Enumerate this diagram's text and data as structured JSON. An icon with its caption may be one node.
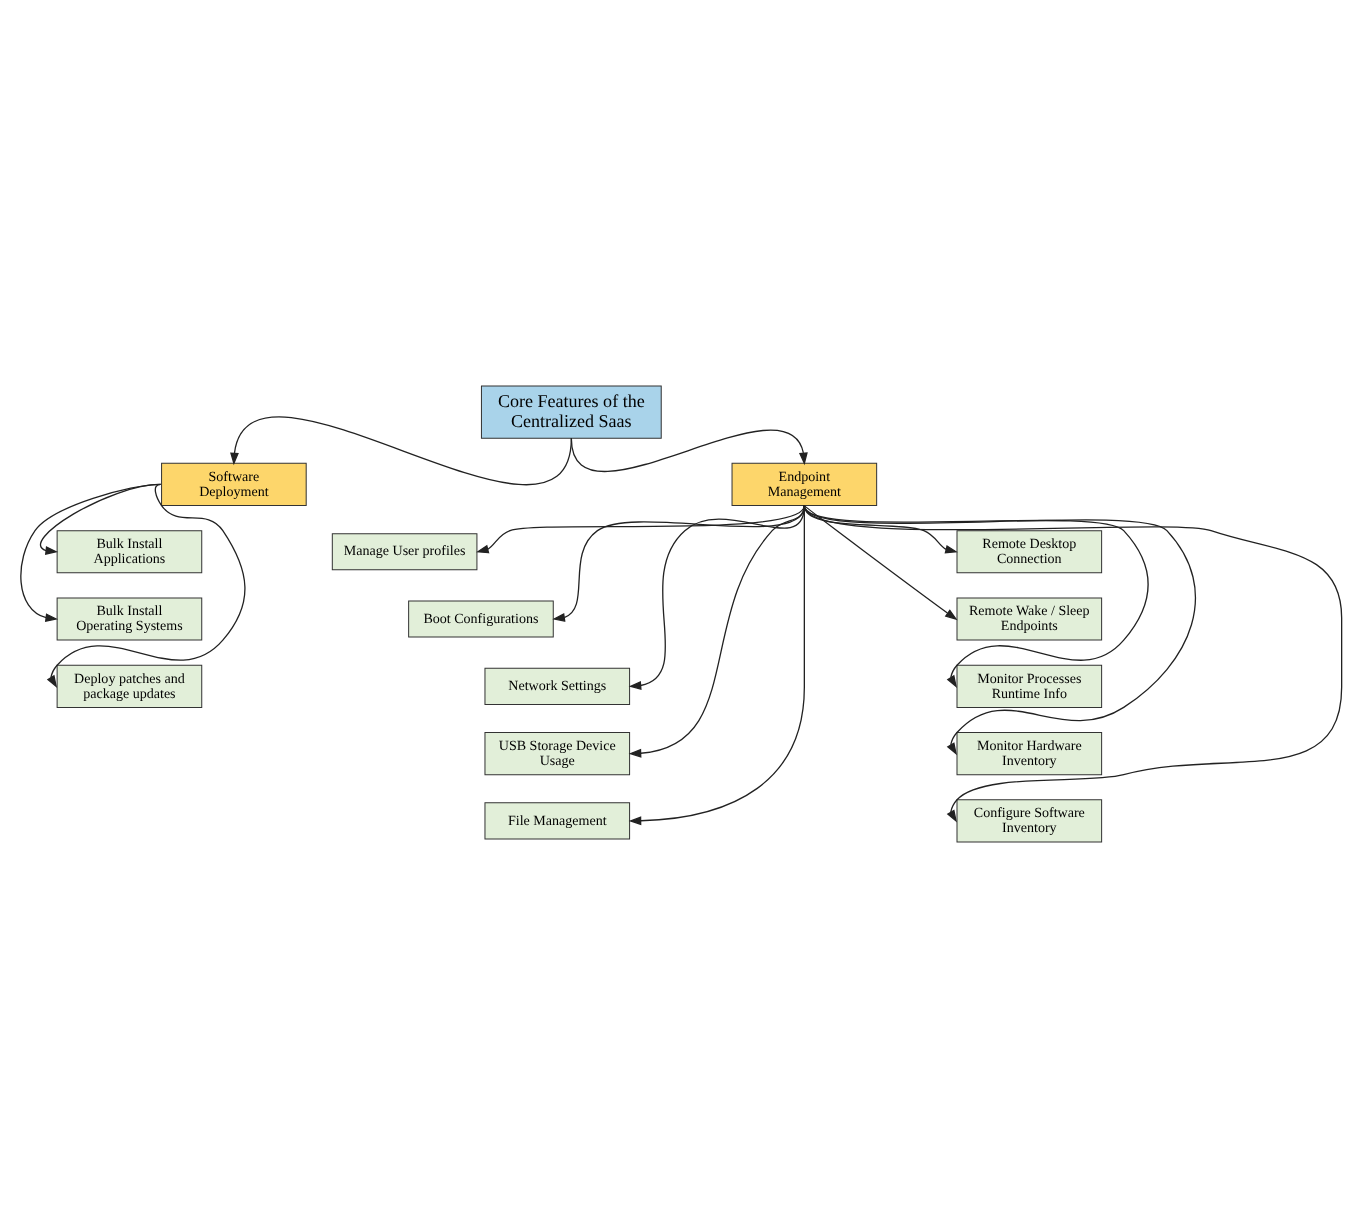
{
  "diagram": {
    "nodes": [
      {
        "text": [
          "Core Features of the Centralized Saas"
        ]
      },
      {
        "text": [
          "Software Deployment"
        ]
      },
      {
        "text": [
          "Endpoint Management"
        ]
      },
      {
        "text": [
          "Bulk Install Applications"
        ]
      },
      {
        "text": [
          "Bulk Install Operating Systems"
        ]
      },
      {
        "text": [
          "Deploy patches and package updates"
        ]
      },
      {
        "text": [
          "Manage User profiles"
        ]
      },
      {
        "text": [
          "Remote Desktop Connection"
        ]
      },
      {
        "text": [
          "Boot Configurations"
        ]
      },
      {
        "text": [
          "Remote Wake / Sleep Endpoints"
        ]
      },
      {
        "text": [
          "Network Settings"
        ]
      },
      {
        "text": [
          "Monitor Processes Runtime Info"
        ]
      },
      {
        "text": [
          "USB Storage Device Usage"
        ]
      },
      {
        "text": [
          "Monitor Hardware Inventory"
        ]
      },
      {
        "text": [
          "File Management"
        ]
      },
      {
        "text": [
          "Configure Software Inventory"
        ]
      }
    ],
    "edges": [
      {
        "from": 0,
        "to": 1,
        "arrow": "to"
      },
      {
        "from": 0,
        "to": 2,
        "arrow": "to"
      },
      {
        "from": 1,
        "to": 3,
        "arrow": "to"
      },
      {
        "from": 1,
        "to": 4,
        "arrow": "to"
      },
      {
        "from": 1,
        "to": 5,
        "arrow": "to"
      },
      {
        "from": 2,
        "to": 6,
        "arrow": "to"
      },
      {
        "from": 2,
        "to": 7,
        "arrow": "to"
      },
      {
        "from": 2,
        "to": 8,
        "arrow": "to"
      },
      {
        "from": 2,
        "to": 9,
        "arrow": "to"
      },
      {
        "from": 2,
        "to": 10,
        "arrow": "to"
      },
      {
        "from": 2,
        "to": 11,
        "arrow": "to"
      },
      {
        "from": 2,
        "to": 12,
        "arrow": "to"
      },
      {
        "from": 2,
        "to": 13,
        "arrow": "to"
      },
      {
        "from": 2,
        "to": 14,
        "arrow": "to"
      },
      {
        "from": 2,
        "to": 15,
        "arrow": "to"
      }
    ]
  }
}
